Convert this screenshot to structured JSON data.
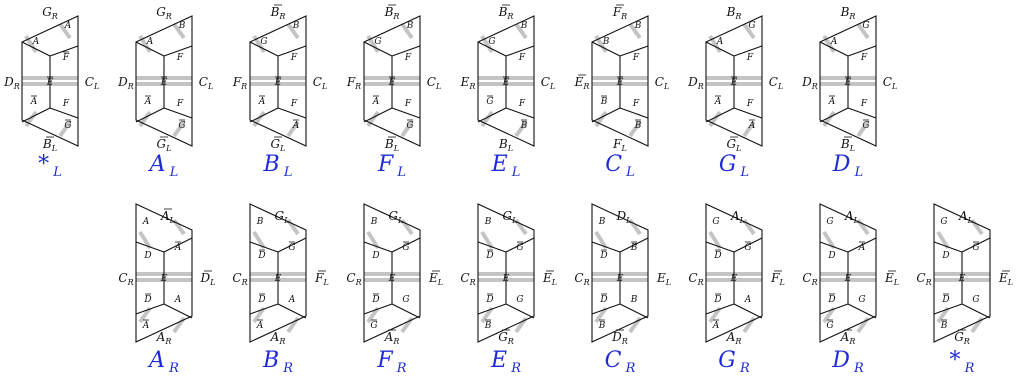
{
  "colors": {
    "caption": "#1f2bd6",
    "edge": "#111111",
    "hatch": "#c4c4c4"
  },
  "rows": [
    {
      "orientation": "left",
      "panels": [
        {
          "caption": {
            "main": "*",
            "sub": "L"
          },
          "top": {
            "t": "G",
            "b": false,
            "s": "R"
          },
          "bottom": {
            "t": "B",
            "b": true,
            "s": "L"
          },
          "left": {
            "t": "D",
            "b": false,
            "s": "R"
          },
          "right": {
            "t": "C",
            "b": false,
            "s": "L"
          },
          "cells": [
            {
              "t": "A",
              "b": false
            },
            {
              "t": "A",
              "b": false
            },
            {
              "t": "F",
              "b": true
            },
            {
              "t": "E",
              "b": true
            },
            {
              "t": "A",
              "b": true
            },
            {
              "t": "F",
              "b": false
            },
            {
              "t": "G",
              "b": true
            }
          ]
        },
        {
          "caption": {
            "main": "A",
            "sub": "L"
          },
          "top": {
            "t": "G",
            "b": false,
            "s": "R"
          },
          "bottom": {
            "t": "G",
            "b": true,
            "s": "L"
          },
          "left": {
            "t": "D",
            "b": false,
            "s": "R"
          },
          "right": {
            "t": "C",
            "b": false,
            "s": "L"
          },
          "cells": [
            {
              "t": "B",
              "b": false
            },
            {
              "t": "A",
              "b": false
            },
            {
              "t": "F",
              "b": false
            },
            {
              "t": "E",
              "b": true
            },
            {
              "t": "A",
              "b": true
            },
            {
              "t": "F",
              "b": false
            },
            {
              "t": "G",
              "b": true
            }
          ]
        },
        {
          "caption": {
            "main": "B",
            "sub": "L"
          },
          "top": {
            "t": "B",
            "b": true,
            "s": "R"
          },
          "bottom": {
            "t": "G",
            "b": true,
            "s": "L"
          },
          "left": {
            "t": "F",
            "b": false,
            "s": "R"
          },
          "right": {
            "t": "C",
            "b": false,
            "s": "L"
          },
          "cells": [
            {
              "t": "B",
              "b": false
            },
            {
              "t": "G",
              "b": false
            },
            {
              "t": "F",
              "b": false
            },
            {
              "t": "E",
              "b": true
            },
            {
              "t": "A",
              "b": true
            },
            {
              "t": "F",
              "b": false
            },
            {
              "t": "A",
              "b": true
            }
          ]
        },
        {
          "caption": {
            "main": "F",
            "sub": "L"
          },
          "top": {
            "t": "B",
            "b": true,
            "s": "R"
          },
          "bottom": {
            "t": "B",
            "b": true,
            "s": "L"
          },
          "left": {
            "t": "F",
            "b": false,
            "s": "R"
          },
          "right": {
            "t": "C",
            "b": false,
            "s": "L"
          },
          "cells": [
            {
              "t": "B",
              "b": false
            },
            {
              "t": "G",
              "b": false
            },
            {
              "t": "F",
              "b": false
            },
            {
              "t": "E",
              "b": true
            },
            {
              "t": "A",
              "b": true
            },
            {
              "t": "F",
              "b": false
            },
            {
              "t": "G",
              "b": true
            }
          ]
        },
        {
          "caption": {
            "main": "E",
            "sub": "L"
          },
          "top": {
            "t": "B",
            "b": true,
            "s": "R"
          },
          "bottom": {
            "t": "B",
            "b": false,
            "s": "L"
          },
          "left": {
            "t": "E",
            "b": false,
            "s": "R"
          },
          "right": {
            "t": "C",
            "b": false,
            "s": "L"
          },
          "cells": [
            {
              "t": "B",
              "b": false
            },
            {
              "t": "G",
              "b": false
            },
            {
              "t": "F",
              "b": false
            },
            {
              "t": "E",
              "b": true
            },
            {
              "t": "G",
              "b": true
            },
            {
              "t": "F",
              "b": false
            },
            {
              "t": "B",
              "b": true
            }
          ]
        },
        {
          "caption": {
            "main": "C",
            "sub": "L"
          },
          "top": {
            "t": "F",
            "b": true,
            "s": "R"
          },
          "bottom": {
            "t": "F",
            "b": false,
            "s": "L"
          },
          "left": {
            "t": "E",
            "b": true,
            "s": "R"
          },
          "right": {
            "t": "C",
            "b": false,
            "s": "L"
          },
          "cells": [
            {
              "t": "B",
              "b": false
            },
            {
              "t": "B",
              "b": false
            },
            {
              "t": "F",
              "b": false
            },
            {
              "t": "E",
              "b": true
            },
            {
              "t": "B",
              "b": true
            },
            {
              "t": "F",
              "b": false
            },
            {
              "t": "B",
              "b": true
            }
          ]
        },
        {
          "caption": {
            "main": "G",
            "sub": "L"
          },
          "top": {
            "t": "B",
            "b": false,
            "s": "R"
          },
          "bottom": {
            "t": "G",
            "b": true,
            "s": "L"
          },
          "left": {
            "t": "D",
            "b": false,
            "s": "R"
          },
          "right": {
            "t": "C",
            "b": false,
            "s": "L"
          },
          "cells": [
            {
              "t": "G",
              "b": false
            },
            {
              "t": "A",
              "b": false
            },
            {
              "t": "F",
              "b": false
            },
            {
              "t": "E",
              "b": true
            },
            {
              "t": "A",
              "b": true
            },
            {
              "t": "F",
              "b": false
            },
            {
              "t": "A",
              "b": true
            }
          ]
        },
        {
          "caption": {
            "main": "D",
            "sub": "L"
          },
          "top": {
            "t": "B",
            "b": false,
            "s": "R"
          },
          "bottom": {
            "t": "B",
            "b": true,
            "s": "L"
          },
          "left": {
            "t": "D",
            "b": false,
            "s": "R"
          },
          "right": {
            "t": "C",
            "b": false,
            "s": "L"
          },
          "cells": [
            {
              "t": "G",
              "b": false
            },
            {
              "t": "A",
              "b": false
            },
            {
              "t": "F",
              "b": false
            },
            {
              "t": "E",
              "b": true
            },
            {
              "t": "A",
              "b": true
            },
            {
              "t": "F",
              "b": false
            },
            {
              "t": "G",
              "b": true
            }
          ]
        }
      ]
    },
    {
      "orientation": "right",
      "panels": [
        {
          "caption": {
            "main": "A",
            "sub": "R"
          },
          "top": {
            "t": "A",
            "b": true,
            "s": "L"
          },
          "bottom": {
            "t": "A",
            "b": false,
            "s": "R"
          },
          "left": {
            "t": "C",
            "b": false,
            "s": "R"
          },
          "right": {
            "t": "D",
            "b": true,
            "s": "L"
          },
          "cells": [
            {
              "t": "A",
              "b": false
            },
            {
              "t": "A",
              "b": true
            },
            {
              "t": "D",
              "b": false
            },
            {
              "t": "E",
              "b": false
            },
            {
              "t": "D",
              "b": true
            },
            {
              "t": "A",
              "b": false
            },
            {
              "t": "A",
              "b": true
            }
          ]
        },
        {
          "caption": {
            "main": "B",
            "sub": "R"
          },
          "top": {
            "t": "G",
            "b": false,
            "s": "L"
          },
          "bottom": {
            "t": "A",
            "b": false,
            "s": "R"
          },
          "left": {
            "t": "C",
            "b": false,
            "s": "R"
          },
          "right": {
            "t": "F",
            "b": true,
            "s": "L"
          },
          "cells": [
            {
              "t": "B",
              "b": false
            },
            {
              "t": "G",
              "b": true
            },
            {
              "t": "D",
              "b": true
            },
            {
              "t": "E",
              "b": false
            },
            {
              "t": "D",
              "b": true
            },
            {
              "t": "A",
              "b": false
            },
            {
              "t": "A",
              "b": true
            }
          ]
        },
        {
          "caption": {
            "main": "F",
            "sub": "R"
          },
          "top": {
            "t": "G",
            "b": false,
            "s": "L"
          },
          "bottom": {
            "t": "A",
            "b": true,
            "s": "R"
          },
          "left": {
            "t": "C",
            "b": false,
            "s": "R"
          },
          "right": {
            "t": "E",
            "b": true,
            "s": "L"
          },
          "cells": [
            {
              "t": "B",
              "b": false
            },
            {
              "t": "G",
              "b": true
            },
            {
              "t": "D",
              "b": false
            },
            {
              "t": "E",
              "b": false
            },
            {
              "t": "D",
              "b": true
            },
            {
              "t": "G",
              "b": false
            },
            {
              "t": "G",
              "b": true
            }
          ]
        },
        {
          "caption": {
            "main": "E",
            "sub": "R"
          },
          "top": {
            "t": "G",
            "b": false,
            "s": "L"
          },
          "bottom": {
            "t": "G",
            "b": true,
            "s": "R"
          },
          "left": {
            "t": "C",
            "b": false,
            "s": "R"
          },
          "right": {
            "t": "E",
            "b": true,
            "s": "L"
          },
          "cells": [
            {
              "t": "B",
              "b": false
            },
            {
              "t": "G",
              "b": true
            },
            {
              "t": "D",
              "b": true
            },
            {
              "t": "E",
              "b": false
            },
            {
              "t": "D",
              "b": true
            },
            {
              "t": "G",
              "b": false
            },
            {
              "t": "B",
              "b": true
            }
          ]
        },
        {
          "caption": {
            "main": "C",
            "sub": "R"
          },
          "top": {
            "t": "D",
            "b": false,
            "s": "L"
          },
          "bottom": {
            "t": "D",
            "b": true,
            "s": "R"
          },
          "left": {
            "t": "C",
            "b": false,
            "s": "R"
          },
          "right": {
            "t": "E",
            "b": false,
            "s": "L"
          },
          "cells": [
            {
              "t": "B",
              "b": false
            },
            {
              "t": "B",
              "b": true
            },
            {
              "t": "D",
              "b": true
            },
            {
              "t": "E",
              "b": false
            },
            {
              "t": "D",
              "b": true
            },
            {
              "t": "B",
              "b": false
            },
            {
              "t": "B",
              "b": true
            }
          ]
        },
        {
          "caption": {
            "main": "G",
            "sub": "R"
          },
          "top": {
            "t": "A",
            "b": false,
            "s": "L"
          },
          "bottom": {
            "t": "A",
            "b": false,
            "s": "R"
          },
          "left": {
            "t": "C",
            "b": false,
            "s": "R"
          },
          "right": {
            "t": "F",
            "b": true,
            "s": "L"
          },
          "cells": [
            {
              "t": "G",
              "b": false
            },
            {
              "t": "G",
              "b": true
            },
            {
              "t": "D",
              "b": true
            },
            {
              "t": "E",
              "b": false
            },
            {
              "t": "D",
              "b": true
            },
            {
              "t": "A",
              "b": false
            },
            {
              "t": "A",
              "b": true
            }
          ]
        },
        {
          "caption": {
            "main": "D",
            "sub": "R"
          },
          "top": {
            "t": "A",
            "b": false,
            "s": "L"
          },
          "bottom": {
            "t": "A",
            "b": true,
            "s": "R"
          },
          "left": {
            "t": "C",
            "b": false,
            "s": "R"
          },
          "right": {
            "t": "E",
            "b": true,
            "s": "L"
          },
          "cells": [
            {
              "t": "G",
              "b": false
            },
            {
              "t": "A",
              "b": true
            },
            {
              "t": "D",
              "b": false
            },
            {
              "t": "E",
              "b": false
            },
            {
              "t": "D",
              "b": true
            },
            {
              "t": "G",
              "b": false
            },
            {
              "t": "G",
              "b": true
            }
          ]
        },
        {
          "caption": {
            "main": "*",
            "sub": "R"
          },
          "top": {
            "t": "A",
            "b": false,
            "s": "L"
          },
          "bottom": {
            "t": "G",
            "b": true,
            "s": "R"
          },
          "left": {
            "t": "C",
            "b": false,
            "s": "R"
          },
          "right": {
            "t": "E",
            "b": true,
            "s": "L"
          },
          "cells": [
            {
              "t": "G",
              "b": false
            },
            {
              "t": "G",
              "b": true
            },
            {
              "t": "D",
              "b": false
            },
            {
              "t": "E",
              "b": false
            },
            {
              "t": "D",
              "b": true
            },
            {
              "t": "G",
              "b": false
            },
            {
              "t": "B",
              "b": true
            }
          ]
        }
      ]
    }
  ]
}
